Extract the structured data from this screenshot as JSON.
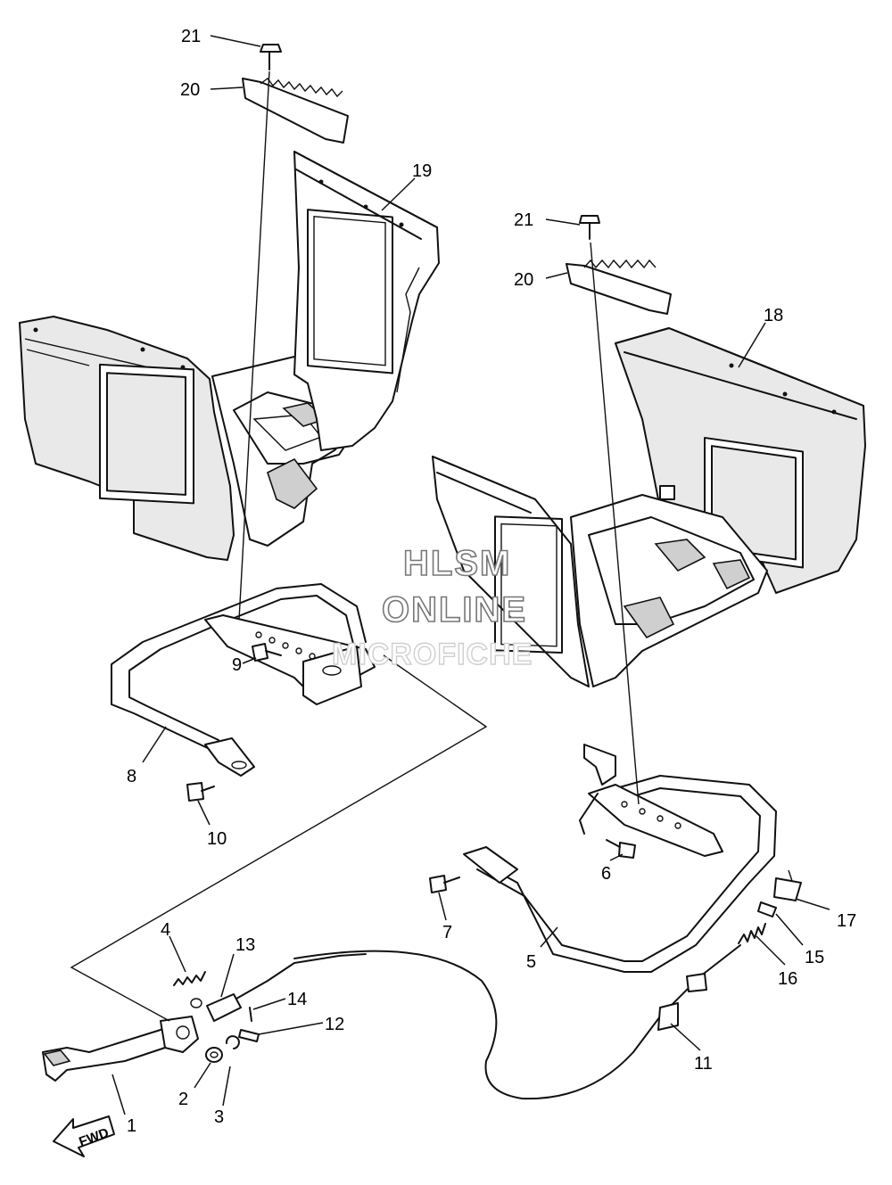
{
  "parts": [
    {
      "id": "part-1",
      "label": "1"
    },
    {
      "id": "part-2",
      "label": "2"
    },
    {
      "id": "part-3",
      "label": "3"
    },
    {
      "id": "part-4",
      "label": "4"
    },
    {
      "id": "part-5",
      "label": "5"
    },
    {
      "id": "part-6",
      "label": "6"
    },
    {
      "id": "part-7",
      "label": "7"
    },
    {
      "id": "part-8",
      "label": "8"
    },
    {
      "id": "part-9",
      "label": "9"
    },
    {
      "id": "part-10",
      "label": "10"
    },
    {
      "id": "part-11",
      "label": "11"
    },
    {
      "id": "part-12",
      "label": "12"
    },
    {
      "id": "part-13",
      "label": "13"
    },
    {
      "id": "part-14",
      "label": "14"
    },
    {
      "id": "part-15",
      "label": "15"
    },
    {
      "id": "part-16",
      "label": "16"
    },
    {
      "id": "part-17",
      "label": "17"
    },
    {
      "id": "part-18",
      "label": "18"
    },
    {
      "id": "part-19",
      "label": "19"
    },
    {
      "id": "part-20a",
      "label": "20"
    },
    {
      "id": "part-20b",
      "label": "20"
    },
    {
      "id": "part-21a",
      "label": "21"
    },
    {
      "id": "part-21b",
      "label": "21"
    }
  ],
  "direction_arrow": {
    "label": "FWD"
  },
  "watermark": {
    "line1": "HLSM",
    "line2": "ONLINE",
    "line3": "MICROFICHE"
  }
}
